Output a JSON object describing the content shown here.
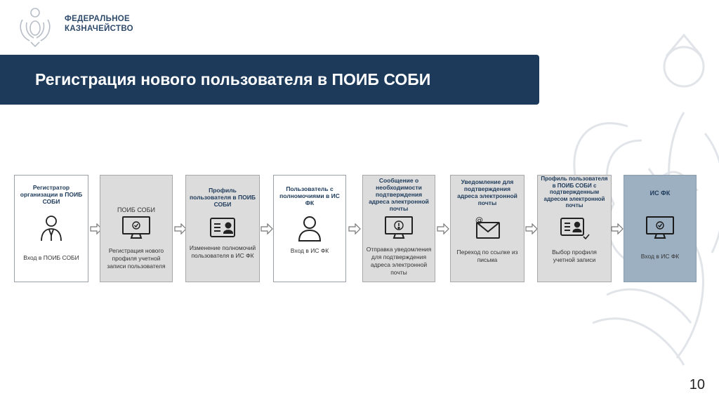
{
  "header": {
    "org_line1": "ФЕДЕРАЛЬНОЕ",
    "org_line2": "КАЗНАЧЕЙСТВО",
    "title": "Регистрация нового пользователя в ПОИБ СОБИ"
  },
  "steps": [
    {
      "head": "Регистратор организации в ПОИБ СОБИ",
      "foot": "Вход в ПОИБ СОБИ",
      "icon": "user-icon"
    },
    {
      "head": "ПОИБ СОБИ",
      "foot": "Регистрация нового профиля учетной записи пользователя",
      "icon": "monitor-icon"
    },
    {
      "head": "Профиль пользователя в ПОИБ СОБИ",
      "foot": "Изменение полномочий пользователя в ИС ФК",
      "icon": "id-card-icon"
    },
    {
      "head": "Пользователь с полномочиями в ИС ФК",
      "foot": "Вход в ИС ФК",
      "icon": "person-icon"
    },
    {
      "head": "Сообщение о необходимости подтверждения адреса электронной почты",
      "foot": "Отправка уведомления для подтверждения адреса электронной почты",
      "icon": "monitor-alert-icon"
    },
    {
      "head": "Уведомление для подтверждения адреса электронной почты",
      "foot": "Переход по ссылке из письма",
      "icon": "email-icon"
    },
    {
      "head": "Профиль пользователя в ПОИБ СОБИ с подтвержденным адресом электронной почты",
      "foot": "Выбор профиля учетной записи",
      "icon": "id-card-check-icon"
    },
    {
      "head": "ИС ФК",
      "foot": "Вход в ИС ФК",
      "icon": "monitor-icon"
    }
  ],
  "page_number": "10"
}
